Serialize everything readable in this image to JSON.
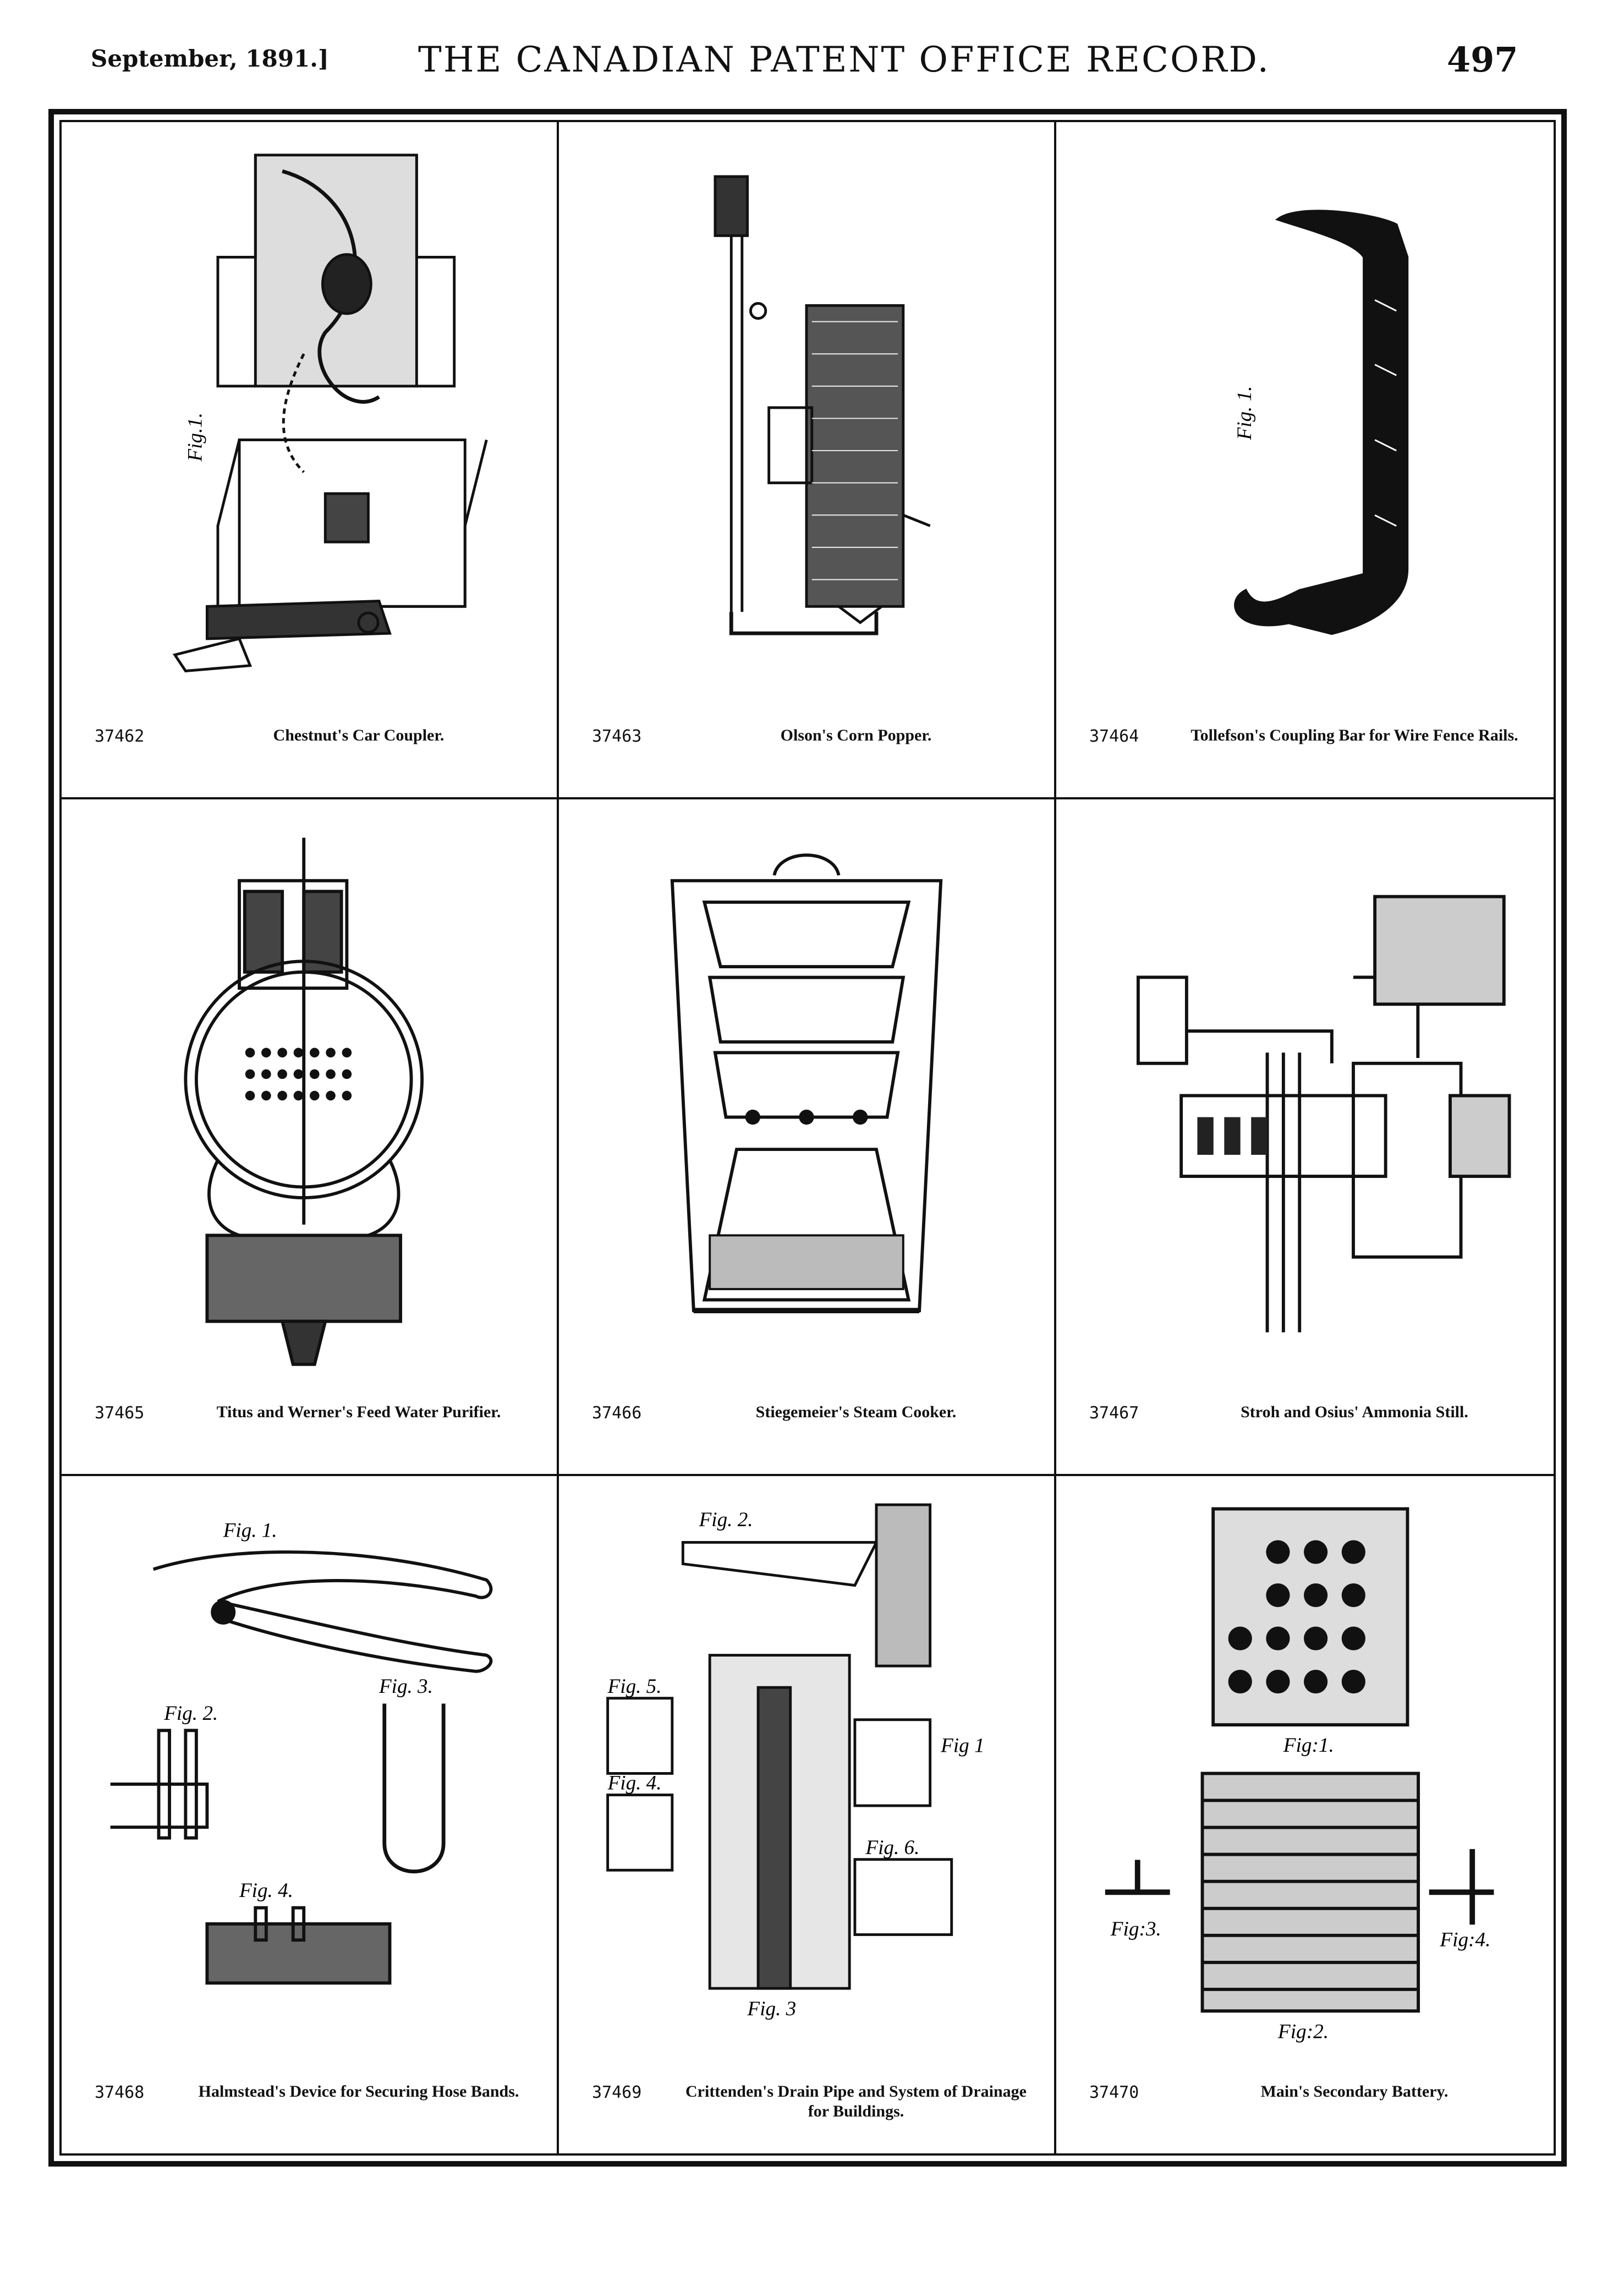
{
  "header": {
    "date": "September, 1891.]",
    "title": "THE CANADIAN PATENT OFFICE RECORD.",
    "page_number": "497"
  },
  "patents": [
    {
      "number": "37462",
      "title": "Chestnut's Car Coupler.",
      "figure_labels": [
        "Fig.1."
      ]
    },
    {
      "number": "37463",
      "title": "Olson's Corn Popper.",
      "figure_labels": []
    },
    {
      "number": "37464",
      "title": "Tollefson's Coupling Bar for Wire Fence Rails.",
      "figure_labels": [
        "Fig. 1."
      ]
    },
    {
      "number": "37465",
      "title": "Titus and Werner's Feed Water Purifier.",
      "figure_labels": []
    },
    {
      "number": "37466",
      "title": "Stiegemeier's Steam Cooker.",
      "figure_labels": []
    },
    {
      "number": "37467",
      "title": "Stroh and Osius' Ammonia Still.",
      "figure_labels": []
    },
    {
      "number": "37468",
      "title": "Halmstead's Device for Securing Hose Bands.",
      "figure_labels": [
        "Fig. 1.",
        "Fig. 2.",
        "Fig. 3.",
        "Fig. 4."
      ]
    },
    {
      "number": "37469",
      "title": "Crittenden's Drain Pipe and System of Drainage for Buildings.",
      "figure_labels": [
        "Fig. 2.",
        "Fig. 5.",
        "Fig. 4.",
        "Fig 1",
        "Fig. 6.",
        "Fig. 3"
      ]
    },
    {
      "number": "37470",
      "title": "Main's Secondary Battery.",
      "figure_labels": [
        "Fig:1.",
        "Fig:3.",
        "Fig:4.",
        "Fig:2."
      ]
    }
  ]
}
